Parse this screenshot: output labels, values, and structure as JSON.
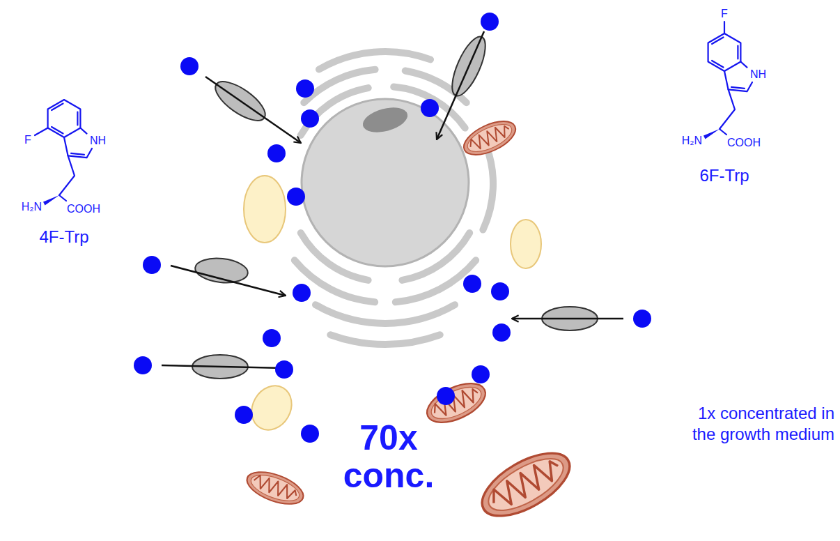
{
  "diagram": {
    "nodes": [
      {
        "text": [
          "70x conc."
        ]
      }
    ],
    "labels": [
      "F",
      "NH",
      "H₂N",
      "COOH",
      "4F-Trp",
      "F",
      "NH",
      "H₂N",
      "COOH",
      "6F-Trp",
      "1x concentrated in the growth medium"
    ]
  }
}
